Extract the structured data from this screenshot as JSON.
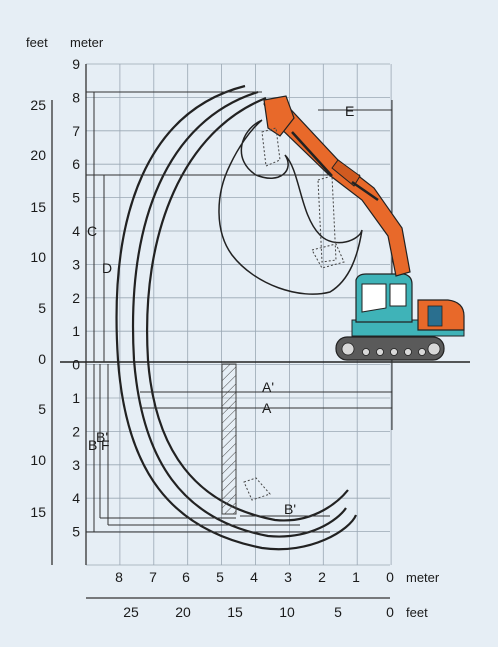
{
  "units": {
    "feet_left": "feet",
    "meter_left": "meter",
    "meter_bottom": "meter",
    "feet_bottom": "feet"
  },
  "meter_ticks_vertical": [
    "9",
    "8",
    "7",
    "6",
    "5",
    "4",
    "3",
    "2",
    "1",
    "0",
    "1",
    "2",
    "3",
    "4",
    "5"
  ],
  "feet_ticks_vertical": [
    "25",
    "20",
    "15",
    "10",
    "5",
    "0",
    "5",
    "10",
    "15"
  ],
  "meter_ticks_horizontal": [
    "8",
    "7",
    "6",
    "5",
    "4",
    "3",
    "2",
    "1",
    "0"
  ],
  "feet_ticks_horizontal": [
    "25",
    "20",
    "15",
    "10",
    "5",
    "0"
  ],
  "dimension_labels": {
    "A": "A",
    "A_prime": "A'",
    "B": "B",
    "B_prime": "B'",
    "C": "C",
    "D": "D",
    "E": "E",
    "F": "F"
  },
  "colors": {
    "boom": "#e8692a",
    "cab": "#3fb3b8",
    "engine": "#e8692a",
    "track": "#5a5a5a",
    "grid": "#9aa7b3",
    "background": "#e6eef5"
  }
}
